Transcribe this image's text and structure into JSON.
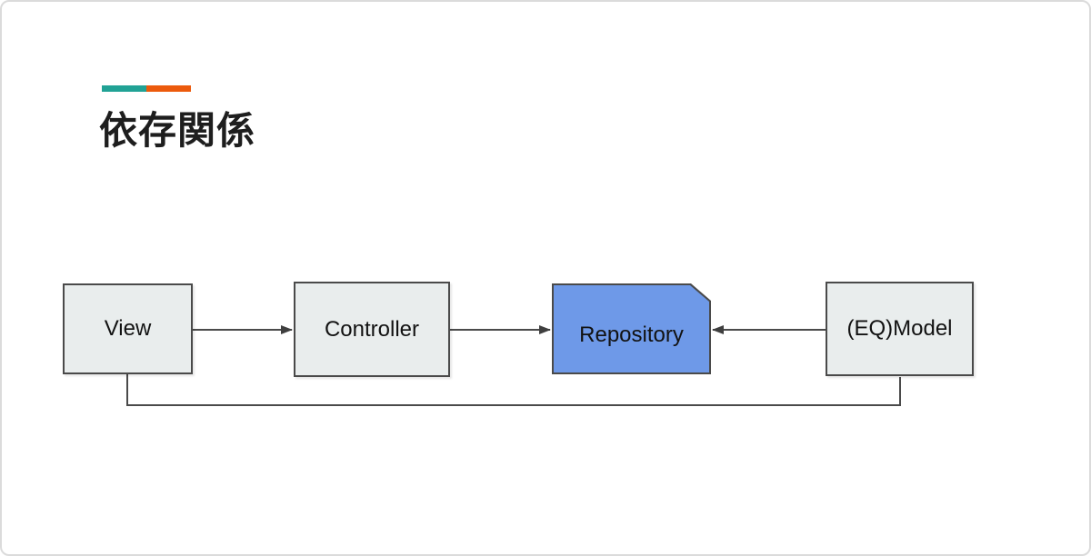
{
  "slide": {
    "title": "依存関係",
    "title_color": "#1e1e1e",
    "background": "#ffffff",
    "accent": {
      "teal": "#21a295",
      "orange": "#ec5a0c"
    }
  },
  "diagram": {
    "border_color": "#4a4a4a",
    "line_color": "#4a4a4a",
    "nodes": [
      {
        "id": "view",
        "label": "View",
        "shape": "rectangle",
        "fill": "#e9eded"
      },
      {
        "id": "controller",
        "label": "Controller",
        "shape": "rectangle",
        "fill": "#e9eded"
      },
      {
        "id": "repository",
        "label": "Repository",
        "shape": "card-clipped-corner",
        "fill": "#6e99e8"
      },
      {
        "id": "model",
        "label": "(EQ)Model",
        "shape": "rectangle",
        "fill": "#e9eded"
      }
    ],
    "edges": [
      {
        "from": "View",
        "to": "Controller",
        "arrowhead": "filled-triangle",
        "route": "straight"
      },
      {
        "from": "Controller",
        "to": "Repository",
        "arrowhead": "filled-triangle",
        "route": "straight"
      },
      {
        "from": "(EQ)Model",
        "to": "Repository",
        "arrowhead": "filled-triangle",
        "route": "straight"
      },
      {
        "from": "View",
        "to": "(EQ)Model",
        "arrowhead": "none",
        "route": "bottom-bus"
      }
    ]
  }
}
